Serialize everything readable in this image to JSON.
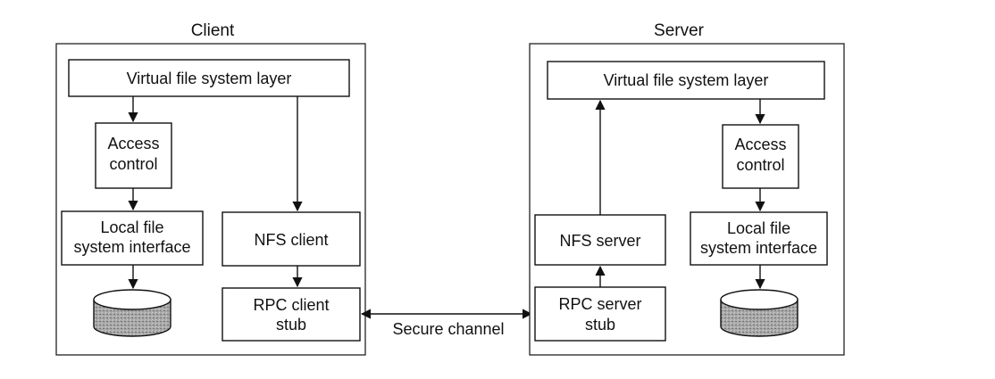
{
  "client": {
    "title": "Client",
    "vfs": "Virtual file system layer",
    "access": [
      "Access",
      "control"
    ],
    "local_fs": [
      "Local file",
      "system interface"
    ],
    "nfs": "NFS client",
    "rpc": [
      "RPC client",
      "stub"
    ],
    "disk_icon": "disk-icon"
  },
  "server": {
    "title": "Server",
    "vfs": "Virtual file system layer",
    "access": [
      "Access",
      "control"
    ],
    "local_fs": [
      "Local file",
      "system interface"
    ],
    "nfs": "NFS server",
    "rpc": [
      "RPC server",
      "stub"
    ],
    "disk_icon": "disk-icon"
  },
  "channel": {
    "label": "Secure channel"
  },
  "colors": {
    "stroke": "#111111",
    "disk_fill": "#9a9a9a"
  }
}
